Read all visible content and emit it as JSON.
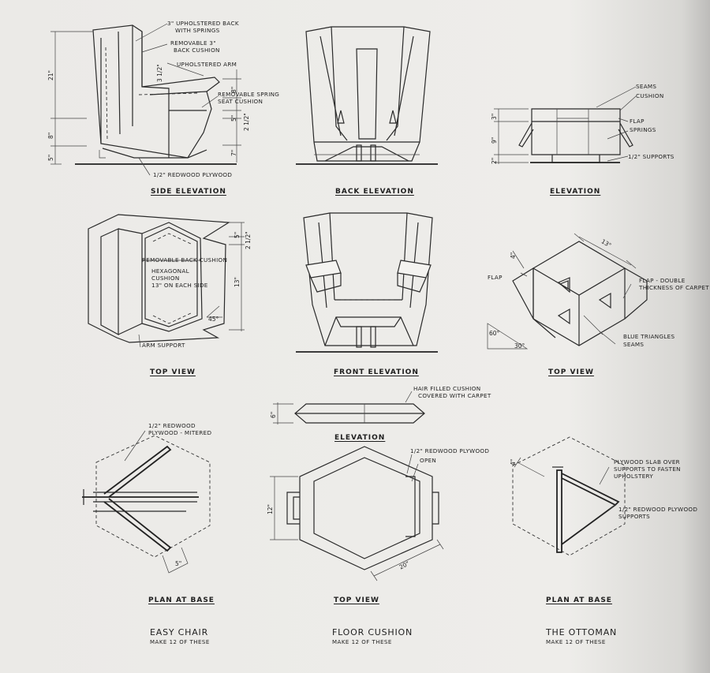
{
  "views": {
    "side_elevation": "SIDE ELEVATION",
    "back_elevation": "BACK ELEVATION",
    "elevation_ottoman": "ELEVATION",
    "top_view_chair": "TOP VIEW",
    "front_elevation": "FRONT ELEVATION",
    "top_view_ottoman": "TOP VIEW",
    "elevation_cushion": "ELEVATION",
    "plan_at_base_chair": "PLAN AT BASE",
    "top_view_cushion": "TOP VIEW",
    "plan_at_base_ottoman": "PLAN AT BASE"
  },
  "titles": {
    "easy_chair": "EASY CHAIR",
    "floor_cushion": "FLOOR CUSHION",
    "ottoman": "THE OTTOMAN",
    "make_12": "MAKE 12 OF THESE"
  },
  "labels": {
    "upholstered_back_1": "3\" UPHOLSTERED BACK",
    "upholstered_back_2": "WITH SPRINGS",
    "removable_back_1": "REMOVABLE 3\"",
    "removable_back_2": "BACK CUSHION",
    "upholstered_arm": "UPHOLSTERED ARM",
    "removable_seat_1": "REMOVABLE SPRING",
    "removable_seat_2": "SEAT CUSHION",
    "redwood_plywood": "1/2\" REDWOOD PLYWOOD",
    "seams": "SEAMS",
    "cushion": "CUSHION",
    "flap": "FLAP",
    "springs": "SPRINGS",
    "half_supports": "1/2\" SUPPORTS",
    "removable_back_cushion": "REMOVABLE BACK CUSHION",
    "hex_1": "HEXAGONAL",
    "hex_2": "CUSHION",
    "hex_3": "13\" ON EACH SIDE",
    "arm_support": "ARM SUPPORT",
    "flap_left": "FLAP",
    "flap_double_1": "FLAP - DOUBLE",
    "flap_double_2": "THICKNESS OF CARPET",
    "blue_triangles": "BLUE TRIANGLES",
    "seams_2": "SEAMS",
    "hair_1": "HAIR FILLED CUSHION",
    "hair_2": "COVERED WITH CARPET",
    "redwood_mitered_1": "1/2\" REDWOOD",
    "redwood_mitered_2": "PLYWOOD - MITERED",
    "redwood_plywood_2": "1/2\" REDWOOD PLYWOOD",
    "open": "OPEN",
    "slab_1": "PLYWOOD SLAB OVER",
    "slab_2": "SUPPORTS TO FASTEN",
    "slab_3": "UPHOLSTERY",
    "redwood_supports_1": "1/2\" REDWOOD PLYWOOD",
    "redwood_supports_2": "SUPPORTS"
  },
  "dimensions": {
    "d21": "21\"",
    "d8": "8\"",
    "d5": "5\"",
    "d3half": "3 1/2\"",
    "d8b": "8\"",
    "d5b": "5\"",
    "d2half": "2 1/2\"",
    "d7": "7\"",
    "d3": "3\"",
    "d9": "9\"",
    "d2": "2\"",
    "d5c": "5\"",
    "d2halfb": "2 1/2\"",
    "d13": "13\"",
    "d45": "45°",
    "d13b": "13\"",
    "d4": "4\"",
    "d60": "60°",
    "d30": "30°",
    "d6": "6\"",
    "d5d": "5\"",
    "d12": "12\"",
    "d20": "20\"",
    "d4b": "4\""
  }
}
